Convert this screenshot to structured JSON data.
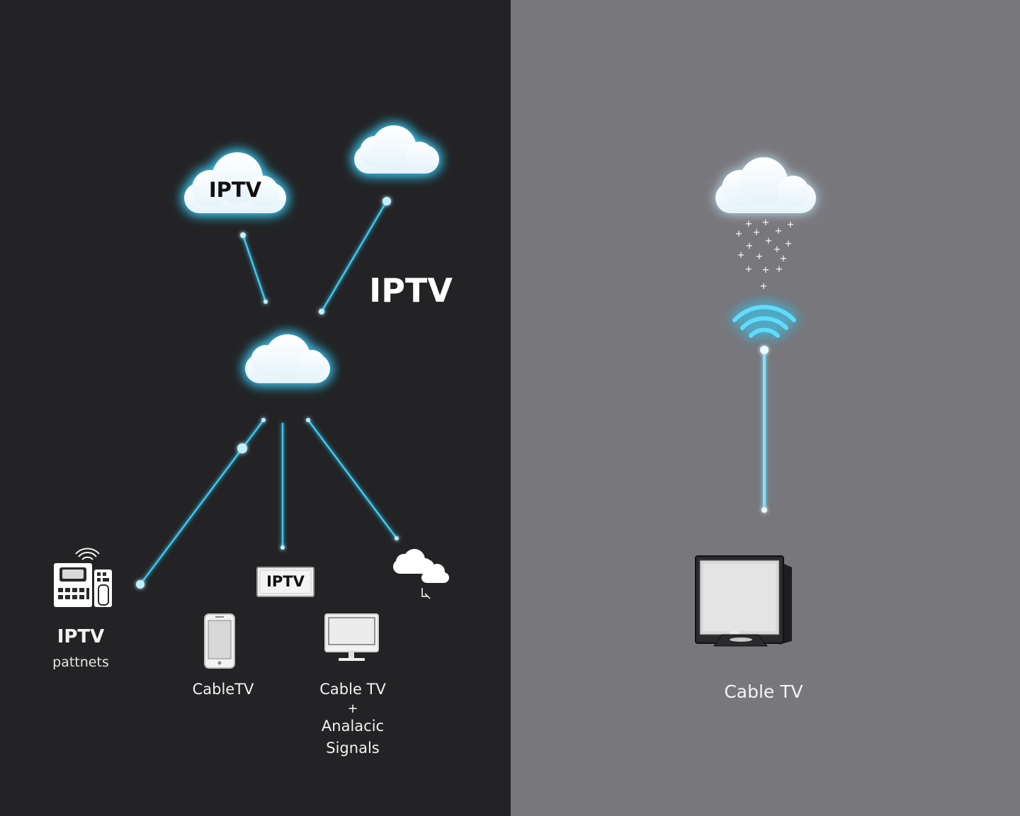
{
  "left_panel": {
    "cloud_top_label": "IPTV",
    "heading": "IPTV",
    "iptv_box_label": "IPTV",
    "set_top_title": "IPTV",
    "set_top_subtitle": "pattnets",
    "phone_label": "CableTV",
    "monitor_label_line1": "Cable TV",
    "monitor_label_plus": "+",
    "monitor_label_line2": "Analacic",
    "monitor_label_line3": "Signals"
  },
  "right_panel": {
    "tv_label": "Cable TV"
  },
  "colors": {
    "left_bg": "#232325",
    "right_bg": "#78777c",
    "accent_glow": "#39c8f0",
    "cloud_fill": "#ffffff",
    "text": "#f2f2f2"
  }
}
